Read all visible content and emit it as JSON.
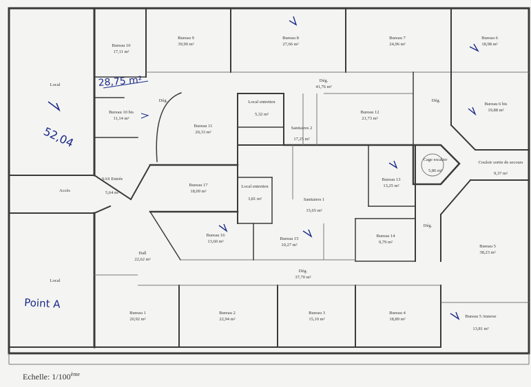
{
  "scale": {
    "label": "Echelle: 1/100",
    "suffix": "ème"
  },
  "rooms": [
    {
      "id": "local-top",
      "name": "Local",
      "area": ""
    },
    {
      "id": "bureau-10",
      "name": "Bureau 10",
      "area": "17,11 m²"
    },
    {
      "id": "bureau-9",
      "name": "Bureau 9",
      "area": "39,90 m²"
    },
    {
      "id": "bureau-8",
      "name": "Bureau 8",
      "area": "27,66 m²"
    },
    {
      "id": "bureau-7",
      "name": "Bureau 7",
      "area": "24,96 m²"
    },
    {
      "id": "bureau-6",
      "name": "Bureau 6",
      "area": "18,98 m²"
    },
    {
      "id": "deg-top",
      "name": "Dég.",
      "area": "41,76 m²"
    },
    {
      "id": "deg-left",
      "name": "Dég.",
      "area": ""
    },
    {
      "id": "deg-right",
      "name": "Dég.",
      "area": ""
    },
    {
      "id": "bureau-10bis",
      "name": "Bureau 10 bis",
      "area": "11,14 m²"
    },
    {
      "id": "local-entretien-top",
      "name": "Local entretien",
      "area": "5,32 m²"
    },
    {
      "id": "bureau-11",
      "name": "Bureau 11",
      "area": "20,33 m²"
    },
    {
      "id": "sanitaires-2",
      "name": "Sanitaires 2",
      "area": "17,25 m²"
    },
    {
      "id": "bureau-12",
      "name": "Bureau 12",
      "area": "21,73 m²"
    },
    {
      "id": "bureau-6bis",
      "name": "Bureau 6 bis",
      "area": "19,88 m²"
    },
    {
      "id": "cage-escalier",
      "name": "Cage escalier",
      "area": "5,86 m²"
    },
    {
      "id": "couloir",
      "name": "Couloir sortie de secours",
      "area": "9,37 m²"
    },
    {
      "id": "sas",
      "name": "SAS Entrée",
      "area": "5,64 m²"
    },
    {
      "id": "acces",
      "name": "Accès",
      "area": ""
    },
    {
      "id": "bureau-17",
      "name": "Bureau 17",
      "area": "18,09 m²"
    },
    {
      "id": "local-entretien-mid",
      "name": "Local entretien",
      "area": "3,81 m²"
    },
    {
      "id": "sanitaires-1",
      "name": "Sanitaires 1",
      "area": "15,65 m²"
    },
    {
      "id": "bureau-13",
      "name": "Bureau 13",
      "area": "13,25 m²"
    },
    {
      "id": "deg-mid",
      "name": "Dég.",
      "area": ""
    },
    {
      "id": "bureau-16",
      "name": "Bureau 16",
      "area": "13,60 m²"
    },
    {
      "id": "bureau-15",
      "name": "Bureau 15",
      "area": "10,27 m²"
    },
    {
      "id": "bureau-14",
      "name": "Bureau 14",
      "area": "9,79 m²"
    },
    {
      "id": "bureau-5",
      "name": "Bureau 5",
      "area": "38,23 m²"
    },
    {
      "id": "hall",
      "name": "Hall",
      "area": "22,62 m²"
    },
    {
      "id": "deg-bottom",
      "name": "Dég.",
      "area": "37,70 m²"
    },
    {
      "id": "local-bottom",
      "name": "Local",
      "area": ""
    },
    {
      "id": "bureau-1",
      "name": "Bureau 1",
      "area": "20,92 m²"
    },
    {
      "id": "bureau-2",
      "name": "Bureau 2",
      "area": "22,94 m²"
    },
    {
      "id": "bureau-3",
      "name": "Bureau 3",
      "area": "15,10 m²"
    },
    {
      "id": "bureau-4",
      "name": "Bureau 4",
      "area": "18,89 m²"
    },
    {
      "id": "bureau-5-annexe",
      "name": "Bureau 5 Annexe",
      "area": "13,81 m²"
    }
  ],
  "annotations": {
    "area_left": "28,75 m²",
    "area_local": "52,04",
    "point_a": "Point A"
  }
}
